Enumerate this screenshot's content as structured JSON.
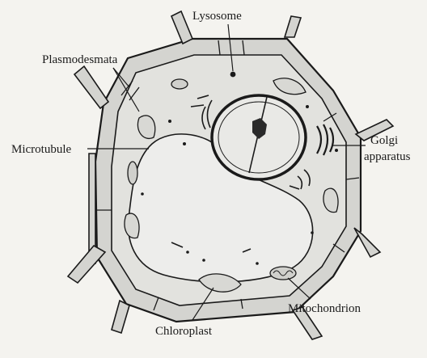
{
  "labels": {
    "lysosome": "Lysosome",
    "plasmodesmata": "Plasmodesmata",
    "microtubule": "Microtubule",
    "golgi_line1": "Golgi",
    "golgi_line2": "apparatus",
    "mitochondrion": "Mitochondrion",
    "chloroplast": "Chloroplast"
  },
  "colors": {
    "background": "#f4f3ef",
    "cell_wall": "#d4d4d0",
    "cytoplasm": "#e2e2de",
    "vacuole": "#ededeb",
    "organelle": "#d8d8d4",
    "ink": "#1a1a1a"
  }
}
